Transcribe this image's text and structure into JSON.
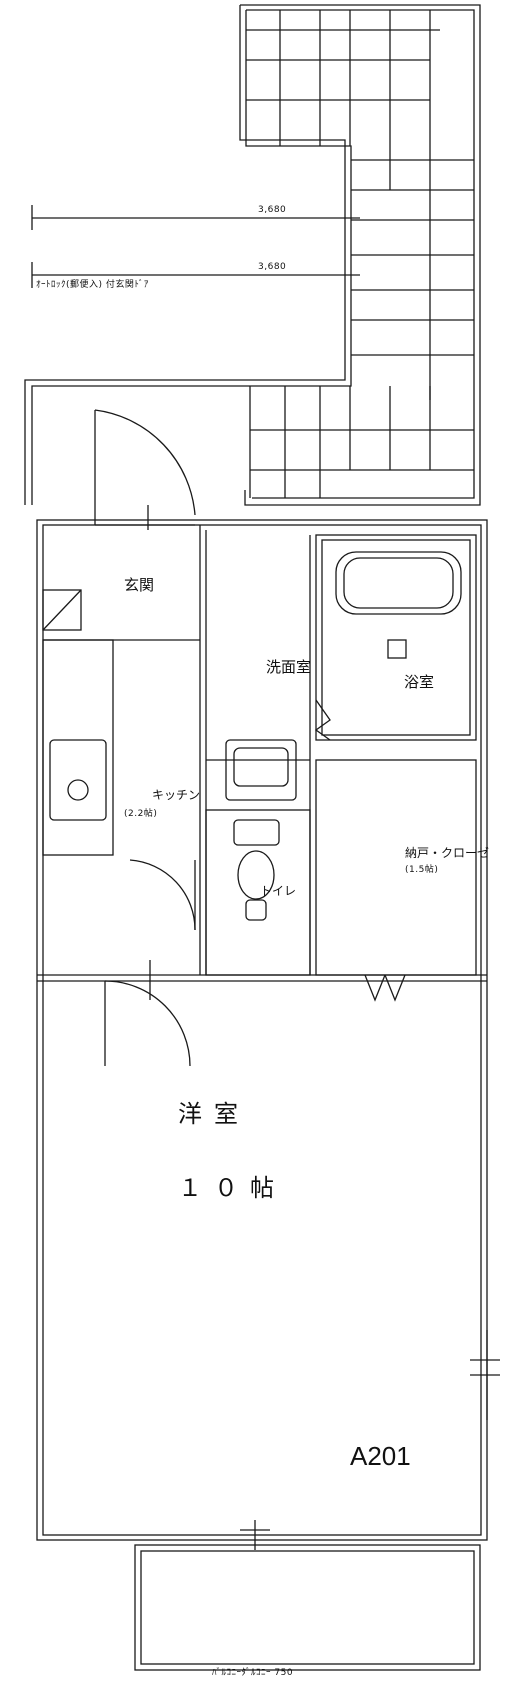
{
  "dimensions": {
    "upper": "3,680",
    "lower": "3,680"
  },
  "door_note": "ｵｰﾄﾛｯｸ(郵便入) 付玄関ﾄﾞｱ",
  "rooms": {
    "entrance": "玄関",
    "washroom": "洗面室",
    "bathroom": "浴室",
    "kitchen": "キッチン",
    "kitchen_size": "(2.2帖)",
    "storage": "納戸・クローゼ",
    "storage_size": "(1.5帖)",
    "toilet": "トイレ",
    "western_room": "洋室",
    "western_room_size": "１０帖"
  },
  "unit_label": "A201",
  "balcony_note": "ﾊﾞﾙｺﾆｰﾀﾞﾙｺﾆｰ 750",
  "line_color": "#1a1a1a"
}
